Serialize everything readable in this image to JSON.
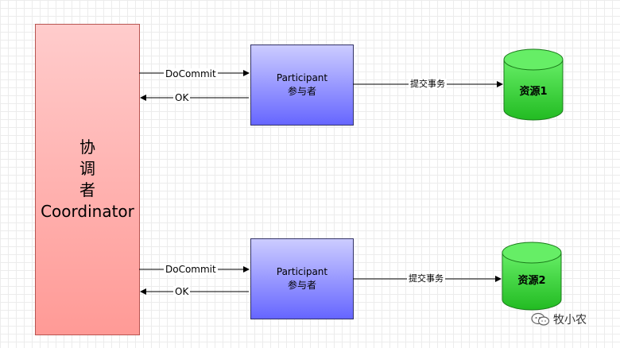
{
  "coordinator": {
    "lines": [
      "协",
      "调",
      "者",
      "Coordinator"
    ]
  },
  "participants": [
    {
      "line1": "Participant",
      "line2": "参与者",
      "request": "DoCommit",
      "reply": "OK",
      "action": "提交事务",
      "resource": "资源1"
    },
    {
      "line1": "Participant",
      "line2": "参与者",
      "request": "DoCommit",
      "reply": "OK",
      "action": "提交事务",
      "resource": "资源2"
    }
  ],
  "watermark": {
    "text": "牧小农",
    "icon": "wechat-icon"
  },
  "colors": {
    "coordinator_fill_top": "#ffcccc",
    "coordinator_fill_bottom": "#ff9a96",
    "participant_fill_top": "#ccccff",
    "participant_fill_bottom": "#6666ff",
    "database_fill": "#33cc33",
    "database_top": "#66ee66"
  }
}
